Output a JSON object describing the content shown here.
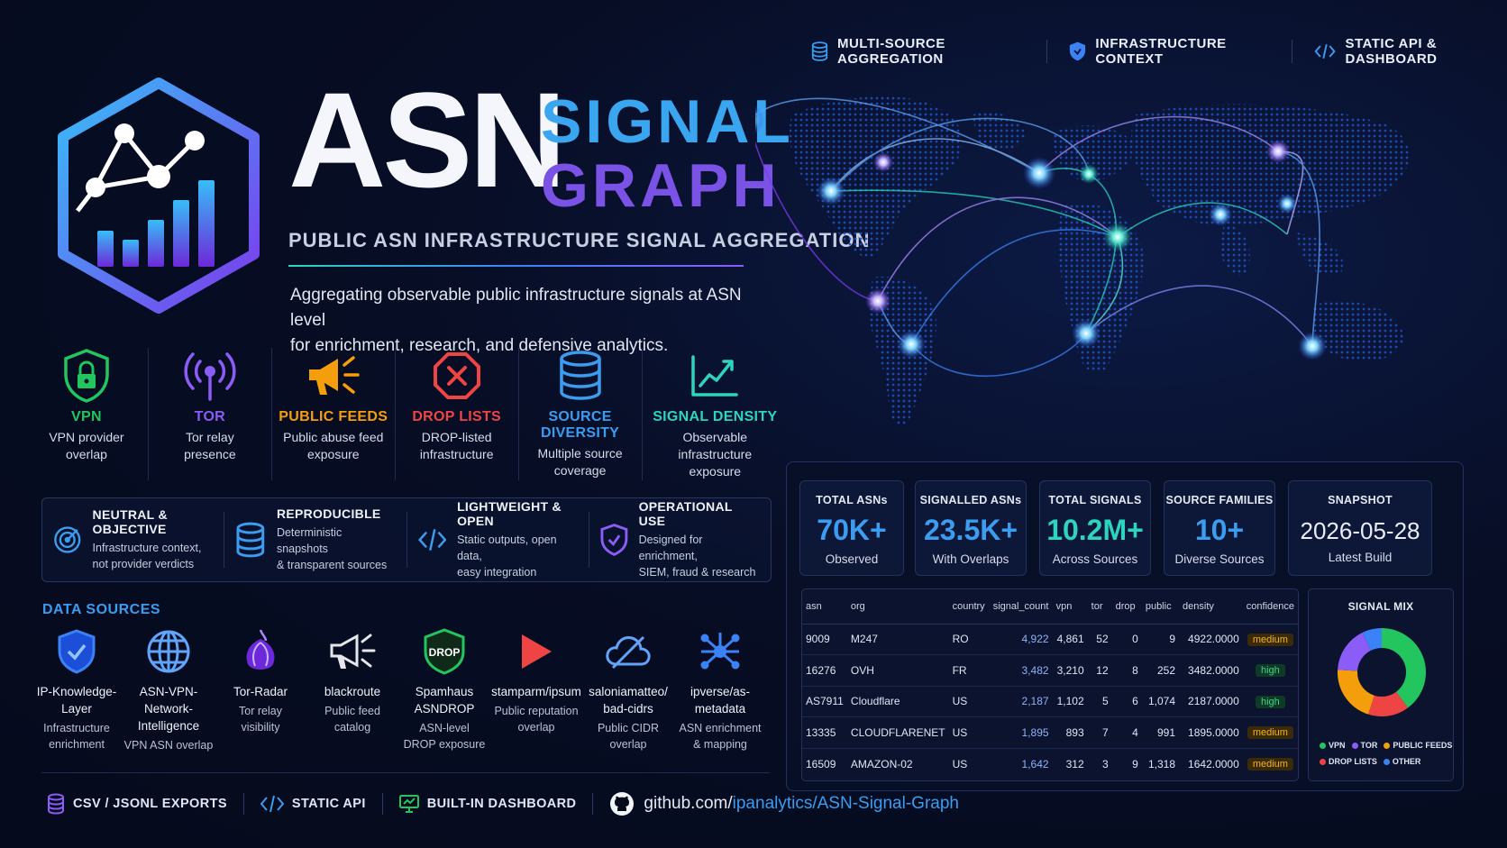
{
  "header": {
    "features": [
      {
        "label": "MULTI-SOURCE AGGREGATION",
        "icon": "database-icon"
      },
      {
        "label": "INFRASTRUCTURE CONTEXT",
        "icon": "shield-icon"
      },
      {
        "label": "STATIC API & DASHBOARD",
        "icon": "code-icon"
      }
    ]
  },
  "hero": {
    "title_main": "ASN",
    "title_line1": "SIGNAL",
    "title_line2": "GRAPH",
    "subtitle": "PUBLIC ASN INFRASTRUCTURE SIGNAL AGGREGATION",
    "tagline_1": "Aggregating observable public infrastructure signals at ASN level",
    "tagline_2": "for enrichment, research, and defensive analytics."
  },
  "signals": [
    {
      "name": "VPN",
      "desc1": "VPN provider",
      "desc2": "overlap",
      "color": "#22c55e",
      "icon": "lock-shield-icon"
    },
    {
      "name": "TOR",
      "desc1": "Tor relay",
      "desc2": "presence",
      "color": "#8b5cf6",
      "icon": "antenna-icon"
    },
    {
      "name": "PUBLIC FEEDS",
      "desc1": "Public abuse feed",
      "desc2": "exposure",
      "color": "#f59e0b",
      "icon": "megaphone-icon"
    },
    {
      "name": "DROP LISTS",
      "desc1": "DROP-listed",
      "desc2": "infrastructure",
      "color": "#ef4444",
      "icon": "x-octagon-icon"
    },
    {
      "name": "SOURCE DIVERSITY",
      "desc1": "Multiple source",
      "desc2": "coverage",
      "color": "#3b9cf0",
      "icon": "database-icon"
    },
    {
      "name": "SIGNAL DENSITY",
      "desc1": "Observable infrastructure",
      "desc2": "exposure",
      "color": "#2dd4bf",
      "icon": "trend-chart-icon"
    }
  ],
  "principles": [
    {
      "title": "NEUTRAL & OBJECTIVE",
      "d1": "Infrastructure context,",
      "d2": "not provider verdicts"
    },
    {
      "title": "REPRODUCIBLE",
      "d1": "Deterministic snapshots",
      "d2": "& transparent sources"
    },
    {
      "title": "LIGHTWEIGHT & OPEN",
      "d1": "Static outputs, open data,",
      "d2": "easy integration"
    },
    {
      "title": "OPERATIONAL USE",
      "d1": "Designed for enrichment,",
      "d2": "SIEM, fraud & research"
    }
  ],
  "data_sources": {
    "title": "DATA SOURCES",
    "items": [
      {
        "n1": "IP-Knowledge-Layer",
        "n2": "",
        "d1": "Infrastructure",
        "d2": "enrichment"
      },
      {
        "n1": "ASN-VPN-Network-",
        "n2": "Intelligence",
        "d1": "VPN ASN overlap",
        "d2": ""
      },
      {
        "n1": "Tor-Radar",
        "n2": "",
        "d1": "Tor relay",
        "d2": "visibility"
      },
      {
        "n1": "blackroute",
        "n2": "",
        "d1": "Public feed",
        "d2": "catalog"
      },
      {
        "n1": "Spamhaus",
        "n2": "ASNDROP",
        "d1": "ASN-level",
        "d2": "DROP exposure"
      },
      {
        "n1": "stamparm/ipsum",
        "n2": "",
        "d1": "Public reputation",
        "d2": "overlap"
      },
      {
        "n1": "saloniamatteo/",
        "n2": "bad-cidrs",
        "d1": "Public CIDR",
        "d2": "overlap"
      },
      {
        "n1": "ipverse/as-",
        "n2": "metadata",
        "d1": "ASN enrichment",
        "d2": "& mapping"
      }
    ],
    "drop_badge": "DROP"
  },
  "footer": {
    "csv": "CSV / JSONL EXPORTS",
    "api": "STATIC API",
    "dashboard": "BUILT-IN DASHBOARD",
    "repo_prefix": "github.com/",
    "repo_path": "ipanalytics/ASN-Signal-Graph"
  },
  "stats": [
    {
      "label": "TOTAL ASNs",
      "value": "70K+",
      "sub": "Observed",
      "color": "#3b9cf0"
    },
    {
      "label": "SIGNALLED ASNs",
      "value": "23.5K+",
      "sub": "With Overlaps",
      "color": "#3b9cf0"
    },
    {
      "label": "TOTAL SIGNALS",
      "value": "10.2M+",
      "sub": "Across Sources",
      "color": "#2dd4bf"
    },
    {
      "label": "SOURCE FAMILIES",
      "value": "10+",
      "sub": "Diverse Sources",
      "color": "#3b9cf0"
    },
    {
      "label": "SNAPSHOT",
      "value": "2026-05-28",
      "sub": "Latest Build",
      "color": "#e8edf7"
    }
  ],
  "table": {
    "headers": [
      "asn",
      "org",
      "country",
      "signal_count",
      "vpn",
      "tor",
      "drop",
      "public",
      "density",
      "confidence"
    ],
    "rows": [
      [
        "9009",
        "M247",
        "RO",
        "4,922",
        "4,861",
        "52",
        "0",
        "9",
        "4922.0000",
        "medium"
      ],
      [
        "16276",
        "OVH",
        "FR",
        "3,482",
        "3,210",
        "12",
        "8",
        "252",
        "3482.0000",
        "high"
      ],
      [
        "AS7911",
        "Cloudflare",
        "US",
        "2,187",
        "1,102",
        "5",
        "6",
        "1,074",
        "2187.0000",
        "high"
      ],
      [
        "13335",
        "CLOUDFLARENET",
        "US",
        "1,895",
        "893",
        "7",
        "4",
        "991",
        "1895.0000",
        "medium"
      ],
      [
        "16509",
        "AMAZON-02",
        "US",
        "1,642",
        "312",
        "3",
        "9",
        "1,318",
        "1642.0000",
        "medium"
      ]
    ]
  },
  "signal_mix": {
    "title": "SIGNAL MIX",
    "legend": [
      {
        "label": "VPN",
        "color": "#22c55e"
      },
      {
        "label": "TOR",
        "color": "#8b5cf6"
      },
      {
        "label": "PUBLIC FEEDS",
        "color": "#f59e0b"
      },
      {
        "label": "DROP LISTS",
        "color": "#ef4444"
      },
      {
        "label": "OTHER",
        "color": "#3b82f6"
      }
    ]
  }
}
